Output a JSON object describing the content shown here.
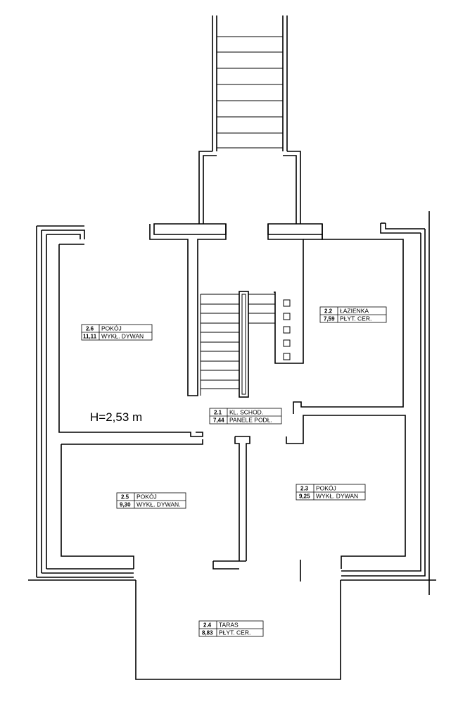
{
  "plan": {
    "height_label": "H=2,53 m",
    "rooms": [
      {
        "id": "2.6",
        "area": "11,11",
        "name": "POKÓJ",
        "finish": "WYKŁ. DYWAN"
      },
      {
        "id": "2.2",
        "area": "7,59",
        "name": "ŁAZIENKA",
        "finish": "PŁYT. CER."
      },
      {
        "id": "2.1",
        "area": "7,44",
        "name": "KL. SCHOD.",
        "finish": "PANELE PODŁ."
      },
      {
        "id": "2.5",
        "area": "9,30",
        "name": "POKÓJ",
        "finish": "WYKŁ. DYWAN."
      },
      {
        "id": "2.3",
        "area": "9,25",
        "name": "POKÓJ",
        "finish": "WYKŁ. DYWAN"
      },
      {
        "id": "2.4",
        "area": "8,83",
        "name": "TARAS",
        "finish": "PŁYT. CER."
      }
    ]
  }
}
